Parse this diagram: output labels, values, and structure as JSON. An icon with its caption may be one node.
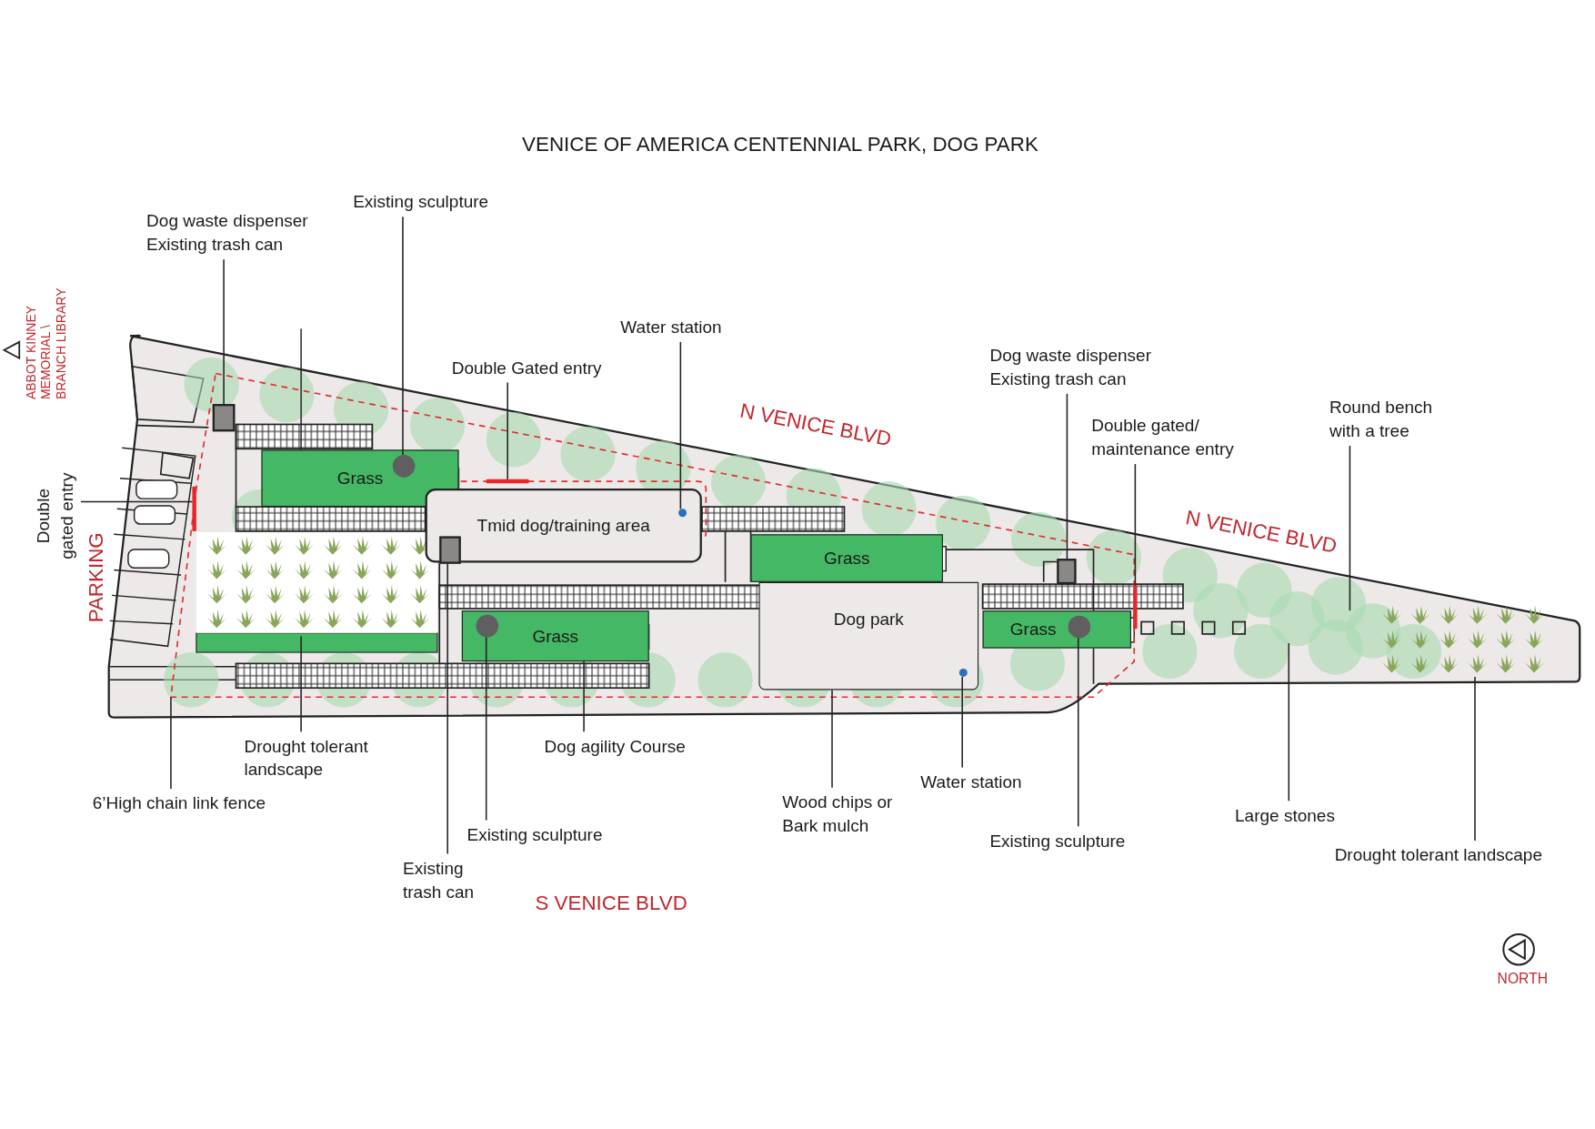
{
  "diagram": {
    "title": "VENICE OF AMERICA CENTENNIAL PARK, DOG PARK",
    "nodes": [
      {
        "text": [
          "Dog waste dispenser",
          "Existing trash can"
        ]
      },
      {
        "text": [
          "Existing sculpture"
        ]
      },
      {
        "text": [
          "Water station"
        ]
      },
      {
        "text": [
          "Double Gated entry"
        ]
      },
      {
        "text": [
          "Dog waste dispenser",
          "Existing trash can"
        ]
      },
      {
        "text": [
          "Double gated/ maintenance entry"
        ]
      },
      {
        "text": [
          "Round bench with a tree"
        ]
      },
      {
        "text": [
          "Double gated entry"
        ]
      },
      {
        "text": [
          "Grass"
        ]
      },
      {
        "text": [
          "Tmid dog/training area"
        ]
      },
      {
        "text": [
          "Grass"
        ]
      },
      {
        "text": [
          "Grass"
        ]
      },
      {
        "text": [
          "Dog park"
        ]
      },
      {
        "text": [
          "Grass"
        ]
      },
      {
        "text": [
          "Drought tolerant landscape"
        ]
      },
      {
        "text": [
          "Dog agility Course"
        ]
      },
      {
        "text": [
          "6’High chain link fence"
        ]
      },
      {
        "text": [
          "Wood chips or Bark mulch"
        ]
      },
      {
        "text": [
          "Water station"
        ]
      },
      {
        "text": [
          "Existing sculpture"
        ]
      },
      {
        "text": [
          "Large stones"
        ]
      },
      {
        "text": [
          "Existing sculpture"
        ]
      },
      {
        "text": [
          "Drought tolerant landscape"
        ]
      },
      {
        "text": [
          "Existing trash can"
        ]
      },
      {
        "text": [],
        "shape": "box"
      },
      {
        "text": [],
        "shape": "circle",
        "in": 8
      },
      {
        "text": [],
        "shape": "bar"
      },
      {
        "text": [],
        "shape": "circle",
        "in": 9
      },
      {
        "text": [],
        "shape": "box"
      },
      {
        "text": [],
        "shape": "bar"
      },
      {
        "text": [],
        "shape": "bar"
      },
      {
        "text": [],
        "shape": "box",
        "in": 9
      },
      {
        "text": [],
        "shape": "circle",
        "in": 11
      },
      {
        "text": [],
        "shape": "circle",
        "in": 12
      },
      {
        "text": [],
        "shape": "circle",
        "in": 13
      }
    ],
    "edges": [
      {
        "from": 0,
        "to": 24,
        "arrow": "none"
      },
      {
        "from": 1,
        "to": 25,
        "arrow": "none"
      },
      {
        "from": 2,
        "to": 27,
        "arrow": "none"
      },
      {
        "from": 3,
        "to": 26,
        "arrow": "none"
      },
      {
        "from": 4,
        "to": 28,
        "arrow": "none"
      },
      {
        "from": 5,
        "to": 29,
        "arrow": "none"
      },
      {
        "from": 6,
        "to": null,
        "arrow": "none"
      },
      {
        "from": 7,
        "to": 30,
        "arrow": "none"
      },
      {
        "from": 14,
        "to": null,
        "arrow": "none"
      },
      {
        "from": 15,
        "to": 11,
        "arrow": "none"
      },
      {
        "from": 16,
        "to": null,
        "arrow": "none"
      },
      {
        "from": 17,
        "to": 12,
        "arrow": "none"
      },
      {
        "from": 18,
        "to": 33,
        "arrow": "none"
      },
      {
        "from": 19,
        "to": 32,
        "arrow": "none"
      },
      {
        "from": 20,
        "to": null,
        "arrow": "none"
      },
      {
        "from": 21,
        "to": 34,
        "arrow": "none"
      },
      {
        "from": 22,
        "to": null,
        "arrow": "none"
      },
      {
        "from": 23,
        "to": 31,
        "arrow": "none"
      }
    ],
    "labels": [
      "N VENICE BLVD",
      "N VENICE BLVD",
      "ABBOT KINNEY MEMORIAL \\ BRANCH LIBRARY",
      "PARKING",
      "S VENICE BLVD",
      "NORTH"
    ]
  }
}
